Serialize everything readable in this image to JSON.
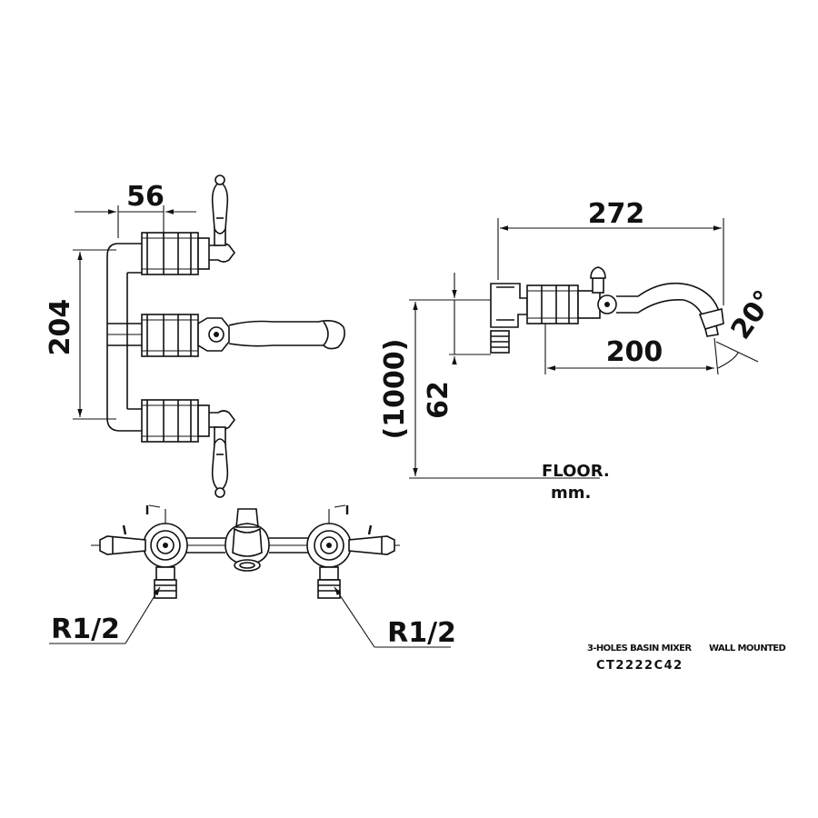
{
  "dimensions": {
    "width_56": "56",
    "height_204": "204",
    "length_272": "272",
    "length_200": "200",
    "height_1000": "(1000)",
    "height_62": "62",
    "angle_20": "20°"
  },
  "labels": {
    "floor": "FLOOR.",
    "unit": "mm.",
    "thread_left": "R1/2",
    "thread_right": "R1/2"
  },
  "product": {
    "description": "3-HOLES BASIN MIXER",
    "mounting": "WALL MOUNTED",
    "model": "CT2222C42"
  }
}
